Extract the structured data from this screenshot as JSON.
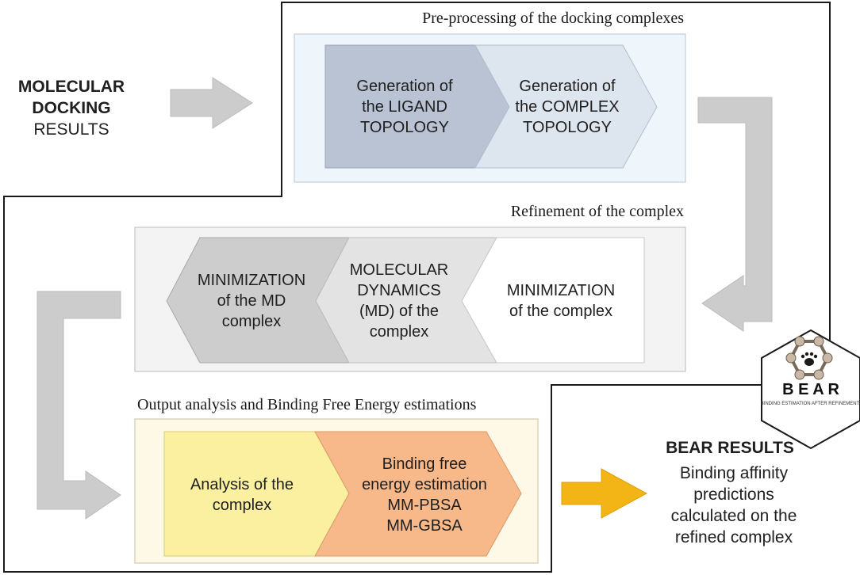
{
  "input": {
    "line1": "MOLECULAR",
    "line2": "DOCKING",
    "line3": "RESULTS"
  },
  "sections": {
    "preprocessing": {
      "title": "Pre-processing of the docking complexes",
      "steps": [
        "Generation of\nthe LIGAND\nTOPOLOGY",
        "Generation of\nthe COMPLEX\nTOPOLOGY"
      ]
    },
    "refinement": {
      "title": "Refinement of the complex",
      "steps": [
        "MINIMIZATION\nof the MD\ncomplex",
        "MOLECULAR\nDYNAMICS\n(MD) of the\ncomplex",
        "MINIMIZATION\nof the complex"
      ]
    },
    "analysis": {
      "title": "Output analysis and Binding Free Energy estimations",
      "steps": [
        "Analysis of the\ncomplex",
        "Binding free\nenergy estimation\nMM-PBSA\nMM-GBSA"
      ]
    }
  },
  "logo": {
    "name": "B E A R",
    "tagline": "BINDING ESTIMATION AFTER REFINEMENT"
  },
  "output": {
    "title": "BEAR RESULTS",
    "description": "Binding affinity\npredictions\ncalculated on the\nrefined complex"
  },
  "colors": {
    "ligand_step": "#b9c3d4",
    "complex_step": "#dde5ef",
    "preprocessing_panel": "#eef6fb",
    "md_min_step": "#cdcdcd",
    "md_step": "#e3e3e3",
    "min_step": "#ffffff",
    "refinement_panel": "#f3f3f3",
    "analysis_step": "#fbf0a0",
    "energy_step": "#f7b98a",
    "analysis_panel": "#fdf9e6",
    "flow_arrow": "#cccccc",
    "result_arrow": "#f3b416"
  }
}
